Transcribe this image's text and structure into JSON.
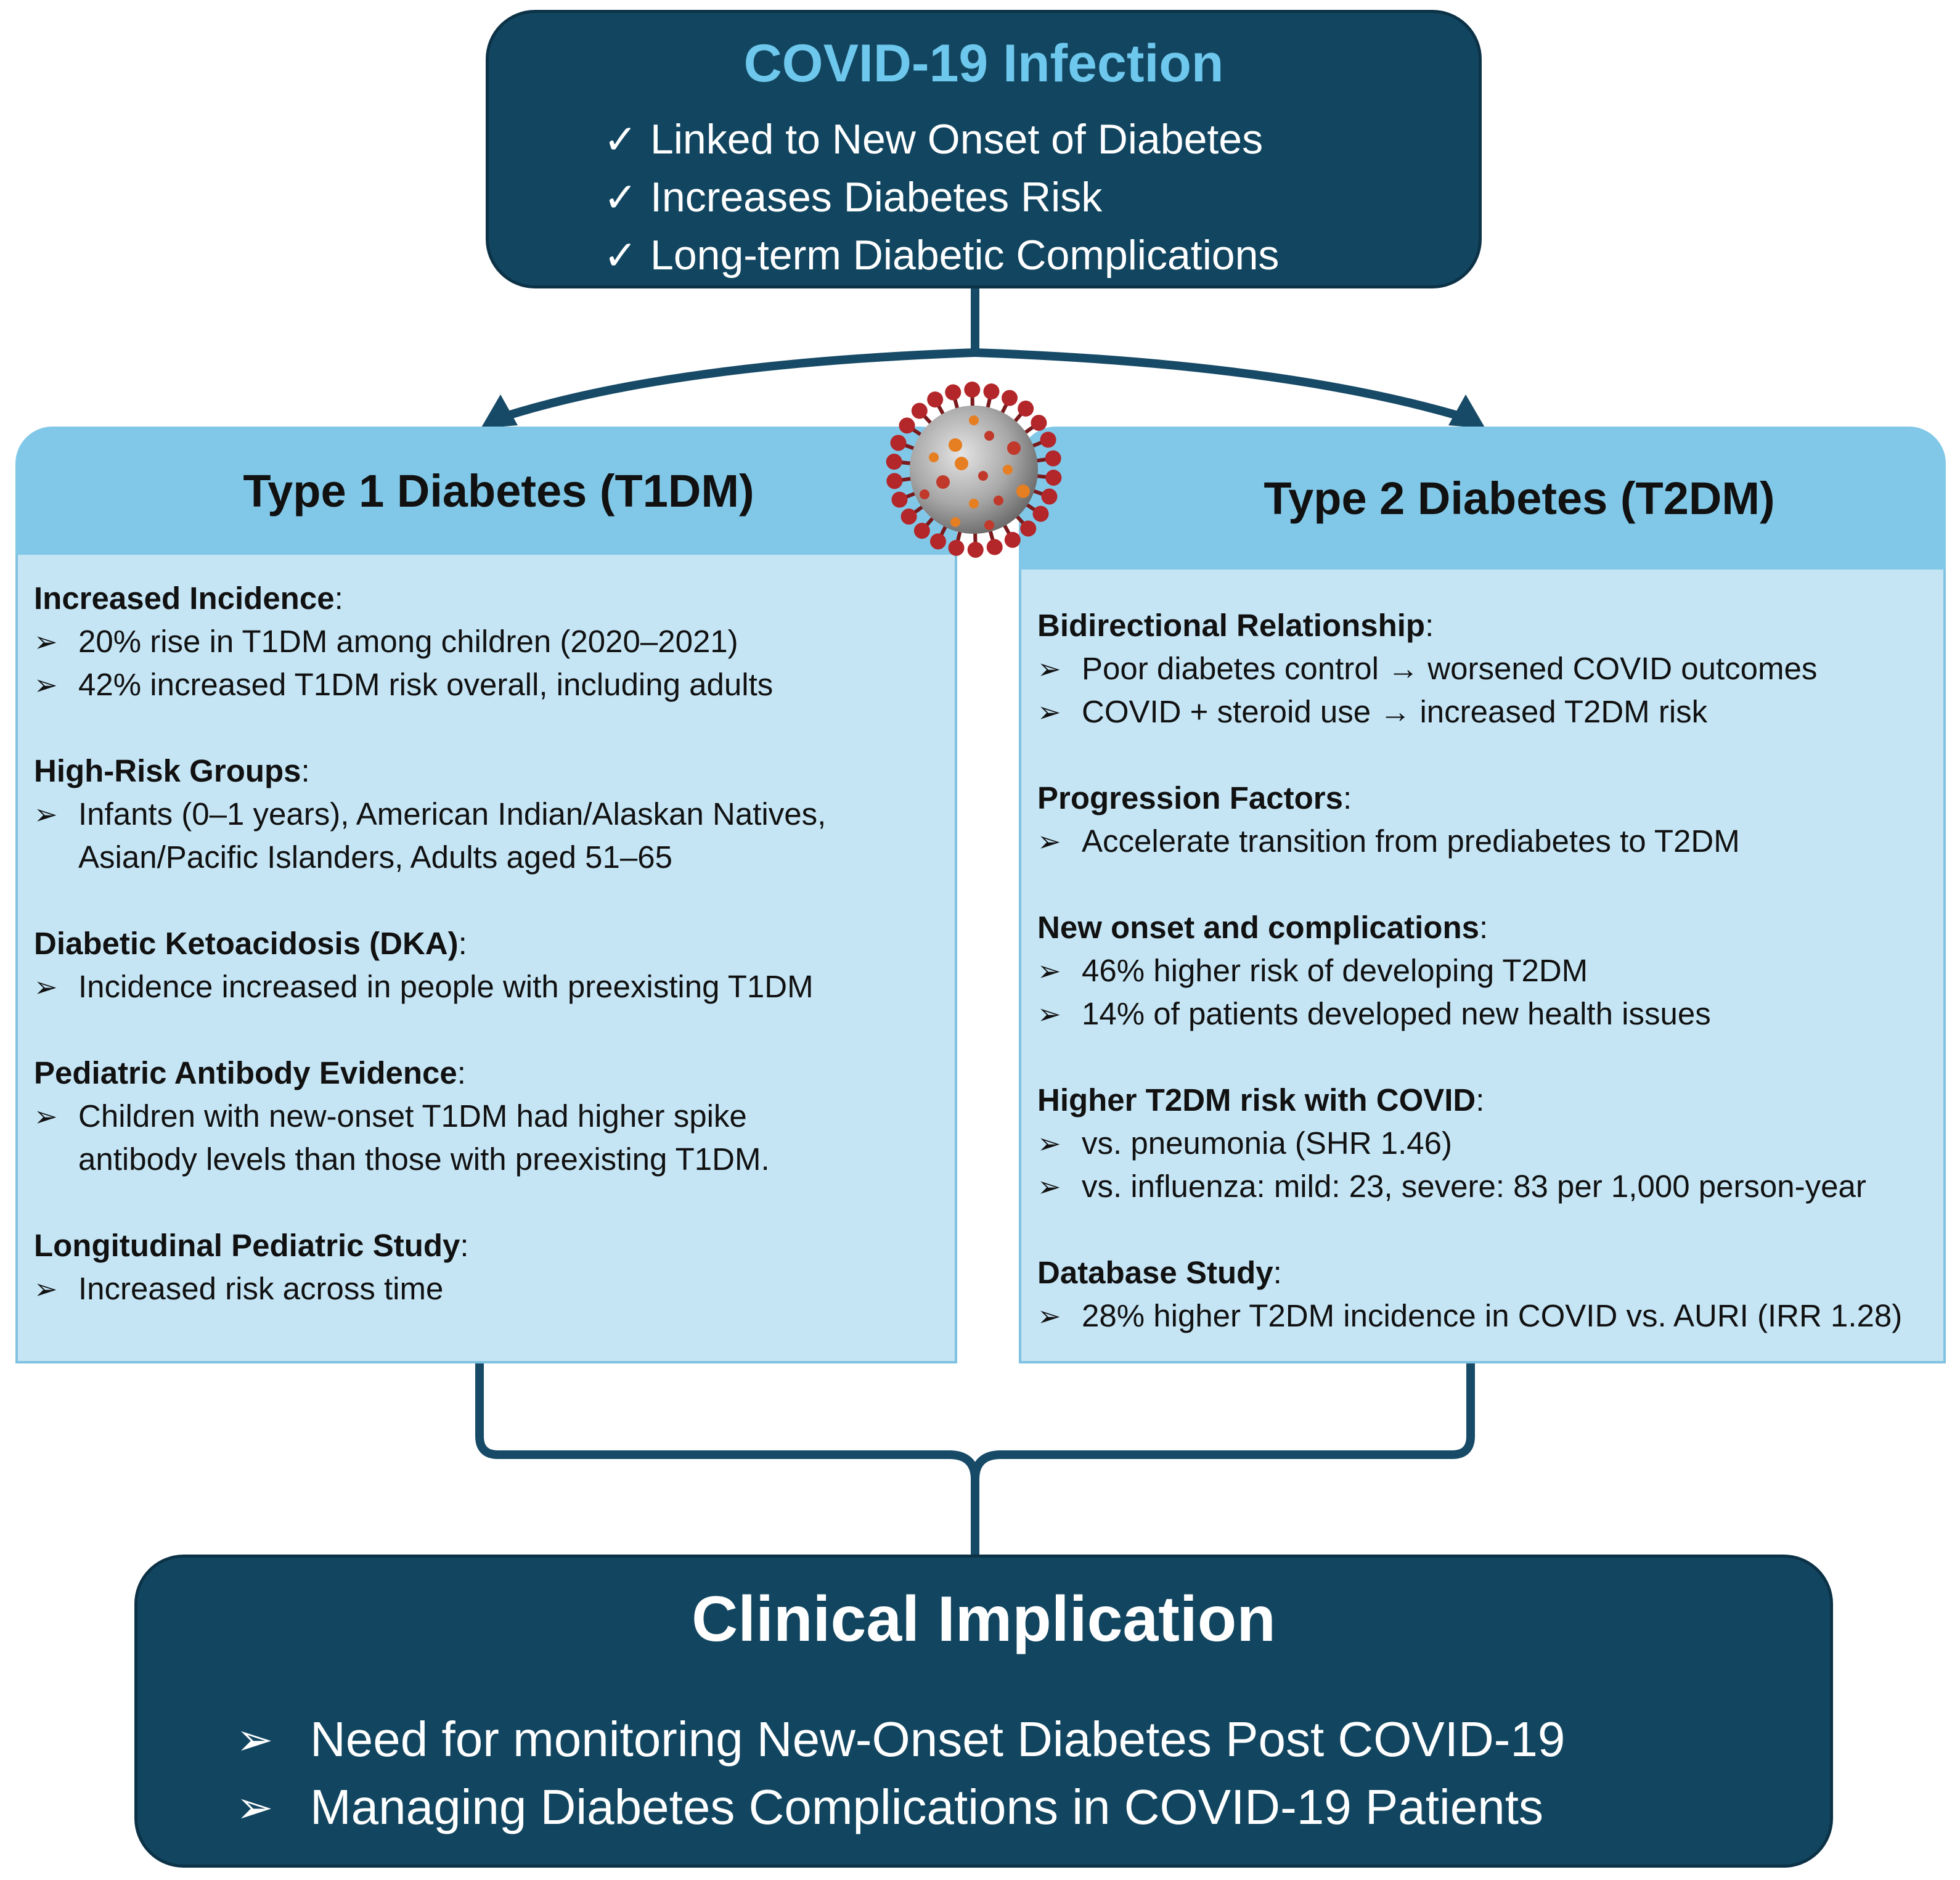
{
  "header": {
    "title": "COVID-19 Infection",
    "points": [
      "Linked to New Onset of Diabetes",
      "Increases Diabetes Risk",
      "Long-term Diabetic Complications"
    ]
  },
  "t1dm": {
    "title": "Type 1 Diabetes (T1DM)",
    "sections": [
      {
        "heading": "Increased Incidence",
        "items": [
          "20% rise in T1DM among children (2020–2021)",
          "42% increased T1DM risk overall, including adults"
        ]
      },
      {
        "heading": "High-Risk Groups",
        "items": [
          "Infants (0–1 years), American Indian/Alaskan Natives,",
          "Asian/Pacific Islanders, Adults aged 51–65"
        ]
      },
      {
        "heading": "Diabetic Ketoacidosis (DKA)",
        "items": [
          "Incidence increased in people with preexisting T1DM"
        ]
      },
      {
        "heading": "Pediatric Antibody Evidence",
        "items": [
          "Children with new-onset T1DM had higher spike",
          "antibody levels than those with preexisting T1DM."
        ]
      },
      {
        "heading": "Longitudinal Pediatric Study",
        "items": [
          "Increased risk across time"
        ]
      }
    ]
  },
  "t2dm": {
    "title": "Type 2 Diabetes (T2DM)",
    "sections": [
      {
        "heading": "Bidirectional Relationship",
        "items": [
          "Poor diabetes control → worsened COVID outcomes",
          "COVID + steroid use → increased T2DM risk"
        ]
      },
      {
        "heading": "Progression Factors",
        "items": [
          "Accelerate transition from prediabetes to T2DM"
        ]
      },
      {
        "heading": "New onset and complications",
        "items": [
          "46% higher risk of developing T2DM",
          "14% of patients developed new health issues"
        ]
      },
      {
        "heading": "Higher T2DM risk with COVID",
        "items": [
          "vs. pneumonia (SHR 1.46)",
          "vs. influenza: mild: 23, severe: 83 per 1,000 person-year"
        ]
      },
      {
        "heading": "Database Study",
        "items": [
          "28% higher T2DM incidence in COVID vs. AURI (IRR 1.28)"
        ]
      }
    ]
  },
  "footer": {
    "title": "Clinical Implication",
    "points": [
      "Need for monitoring New-Onset Diabetes Post COVID-19",
      "Managing Diabetes Complications in COVID-19 Patients"
    ]
  },
  "symbols": {
    "check": "✓",
    "arrow": "➢",
    "colon": ":"
  },
  "colors": {
    "dark_teal": "#124660",
    "title_blue": "#6ec7ec",
    "panel_header": "#81c8e8",
    "panel_body": "#c5e5f5",
    "connector": "#174a66",
    "virus_spikes": "#b3262a"
  }
}
